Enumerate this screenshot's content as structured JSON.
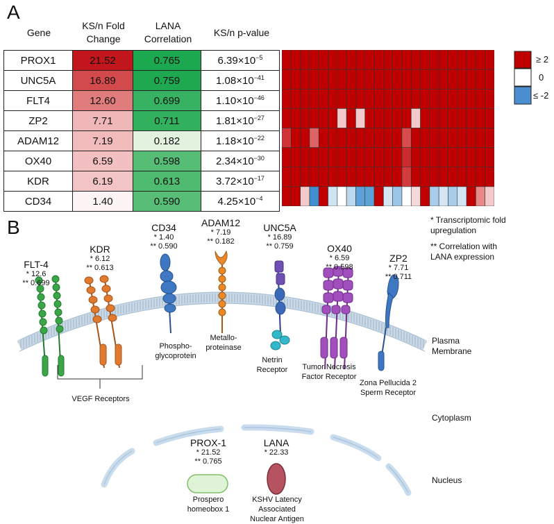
{
  "panel_a": {
    "letter": "A",
    "headers": {
      "gene": "Gene",
      "fold": "KS/n Fold Change",
      "lana": "LANA Correlation",
      "pval": "KS/n p-value"
    },
    "rows": [
      {
        "gene": "PROX1",
        "fold": "21.52",
        "lana": "0.765",
        "pval_base": "6.39×10",
        "pval_exp": "−5",
        "fold_color": "#c0161c",
        "lana_color": "#1ca84f"
      },
      {
        "gene": "UNC5A",
        "fold": "16.89",
        "lana": "0.759",
        "pval_base": "1.08×10",
        "pval_exp": "−41",
        "fold_color": "#d34a4c",
        "lana_color": "#1ea950"
      },
      {
        "gene": "FLT4",
        "fold": "12.60",
        "lana": "0.699",
        "pval_base": "1.10×10",
        "pval_exp": "−46",
        "fold_color": "#e07c7c",
        "lana_color": "#36b262"
      },
      {
        "gene": "ZP2",
        "fold": "7.71",
        "lana": "0.711",
        "pval_base": "1.81×10",
        "pval_exp": "−27",
        "fold_color": "#f0b7b8",
        "lana_color": "#31b05e"
      },
      {
        "gene": "ADAM12",
        "fold": "7.19",
        "lana": "0.182",
        "pval_base": "1.18×10",
        "pval_exp": "−22",
        "fold_color": "#f1bbbc",
        "lana_color": "#e3f2de"
      },
      {
        "gene": "OX40",
        "fold": "6.59",
        "lana": "0.598",
        "pval_base": "2.34×10",
        "pval_exp": "−30",
        "fold_color": "#f2c0c1",
        "lana_color": "#55bd75"
      },
      {
        "gene": "KDR",
        "fold": "6.19",
        "lana": "0.613",
        "pval_base": "3.72×10",
        "pval_exp": "−17",
        "fold_color": "#f3c4c5",
        "lana_color": "#4fbb71"
      },
      {
        "gene": "CD34",
        "fold": "1.40",
        "lana": "0.590",
        "pval_base": "4.25×10",
        "pval_exp": "−4",
        "fold_color": "#fdf5f5",
        "lana_color": "#58be77"
      }
    ],
    "legend": {
      "high": "≥ 2",
      "mid": "0",
      "low": "≤ -2"
    },
    "heatmap_special": [
      {
        "row": 3,
        "col": 6,
        "color": "#f3c9cb"
      },
      {
        "row": 3,
        "col": 8,
        "color": "#f3c9cb"
      },
      {
        "row": 3,
        "col": 14,
        "color": "#f3c9cb"
      },
      {
        "row": 4,
        "col": 0,
        "color": "#d13436"
      },
      {
        "row": 4,
        "col": 3,
        "color": "#dc6466"
      },
      {
        "row": 4,
        "col": 13,
        "color": "#d84c4e"
      },
      {
        "row": 5,
        "col": 13,
        "color": "#cd2c2e"
      },
      {
        "row": 6,
        "col": 13,
        "color": "#d23c3e"
      },
      {
        "row": 7,
        "col": 2,
        "color": "#f3c9cb"
      },
      {
        "row": 7,
        "col": 3,
        "color": "#3e8ed0"
      },
      {
        "row": 7,
        "col": 5,
        "color": "#cfe3f3"
      },
      {
        "row": 7,
        "col": 6,
        "color": "#ffffff"
      },
      {
        "row": 7,
        "col": 7,
        "color": "#bcd8ee"
      },
      {
        "row": 7,
        "col": 8,
        "color": "#5ca2d8"
      },
      {
        "row": 7,
        "col": 9,
        "color": "#5ca2d8"
      },
      {
        "row": 7,
        "col": 11,
        "color": "#d3e6f4"
      },
      {
        "row": 7,
        "col": 12,
        "color": "#9cc6e8"
      },
      {
        "row": 7,
        "col": 13,
        "color": "#ffffff"
      },
      {
        "row": 7,
        "col": 14,
        "color": "#f6dadb"
      },
      {
        "row": 7,
        "col": 16,
        "color": "#a7cdeb"
      },
      {
        "row": 7,
        "col": 17,
        "color": "#d3e6f4"
      },
      {
        "row": 7,
        "col": 18,
        "color": "#a7cdeb"
      },
      {
        "row": 7,
        "col": 19,
        "color": "#d3e6f4"
      },
      {
        "row": 7,
        "col": 21,
        "color": "#e7888a"
      },
      {
        "row": 7,
        "col": 22,
        "color": "#f3c9cb"
      }
    ],
    "heatmap_default": "#c00000"
  },
  "panel_b": {
    "letter": "B",
    "footnote1": "* Transcriptomic fold upregulation",
    "footnote2": "** Correlation with LANA expression",
    "flt4": {
      "name": "FLT-4",
      "s1": "* 12.6",
      "s2": "** 0.699"
    },
    "kdr": {
      "name": "KDR",
      "s1": "* 6.12",
      "s2": "** 0.613"
    },
    "cd34": {
      "name": "CD34",
      "s1": "* 1.40",
      "s2": "** 0.590",
      "desc": "Phospho-glycoprotein"
    },
    "adam12": {
      "name": "ADAM12",
      "s1": "* 7.19",
      "s2": "** 0.182",
      "desc": "Metallo-proteinase"
    },
    "unc5a": {
      "name": "UNC5A",
      "s1": "* 16.89",
      "s2": "** 0.759",
      "desc": "Netrin Receptor"
    },
    "ox40": {
      "name": "OX40",
      "s1": "* 6.59",
      "s2": "** 0.598",
      "desc": "Tumor Necrosis Factor Receptor"
    },
    "zp2": {
      "name": "ZP2",
      "s1": "* 7.71",
      "s2": "** 0.711",
      "desc": "Zona Pellucida 2 Sperm Receptor"
    },
    "vegf": "VEGF Receptors",
    "plasma": "Plasma Membrane",
    "cytoplasm": "Cytoplasm",
    "nucleus": "Nucleus",
    "prox1": {
      "name": "PROX-1",
      "s1": "* 21.52",
      "s2": "** 0.765",
      "desc": "Prospero homeobox 1"
    },
    "lana": {
      "name": "LANA",
      "s1": "* 22.33",
      "desc": "KSHV Latency Associated Nuclear Antigen"
    }
  }
}
